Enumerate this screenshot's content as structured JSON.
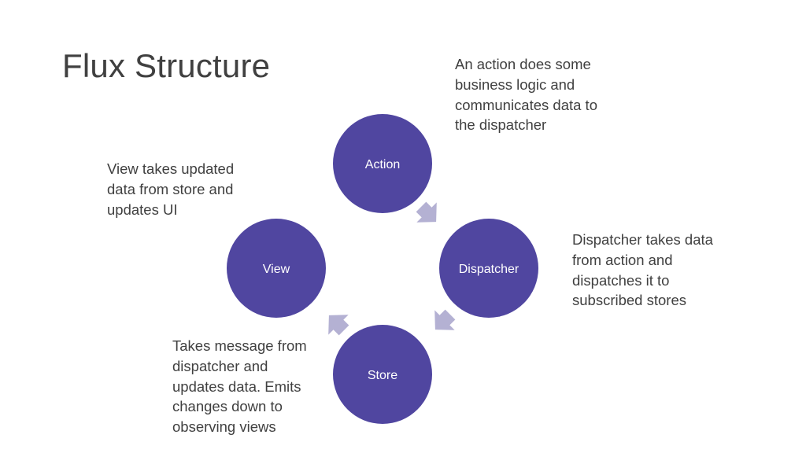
{
  "slide": {
    "title": "Flux Structure"
  },
  "diagram": {
    "node_color": "#5046a0",
    "arrow_color": "#b4b1d3",
    "nodes": {
      "action": "Action",
      "dispatcher": "Dispatcher",
      "store": "Store",
      "view": "View"
    },
    "notes": {
      "action": "An action does some\nbusiness logic and\ncommunicates data to\nthe dispatcher",
      "view": "View takes updated\ndata from store and\nupdates UI",
      "dispatcher": "Dispatcher takes data\nfrom action and\ndispatches it to\nsubscribed stores",
      "store": "Takes message from\ndispatcher and\nupdates data. Emits\nchanges down to\nobserving views"
    }
  }
}
